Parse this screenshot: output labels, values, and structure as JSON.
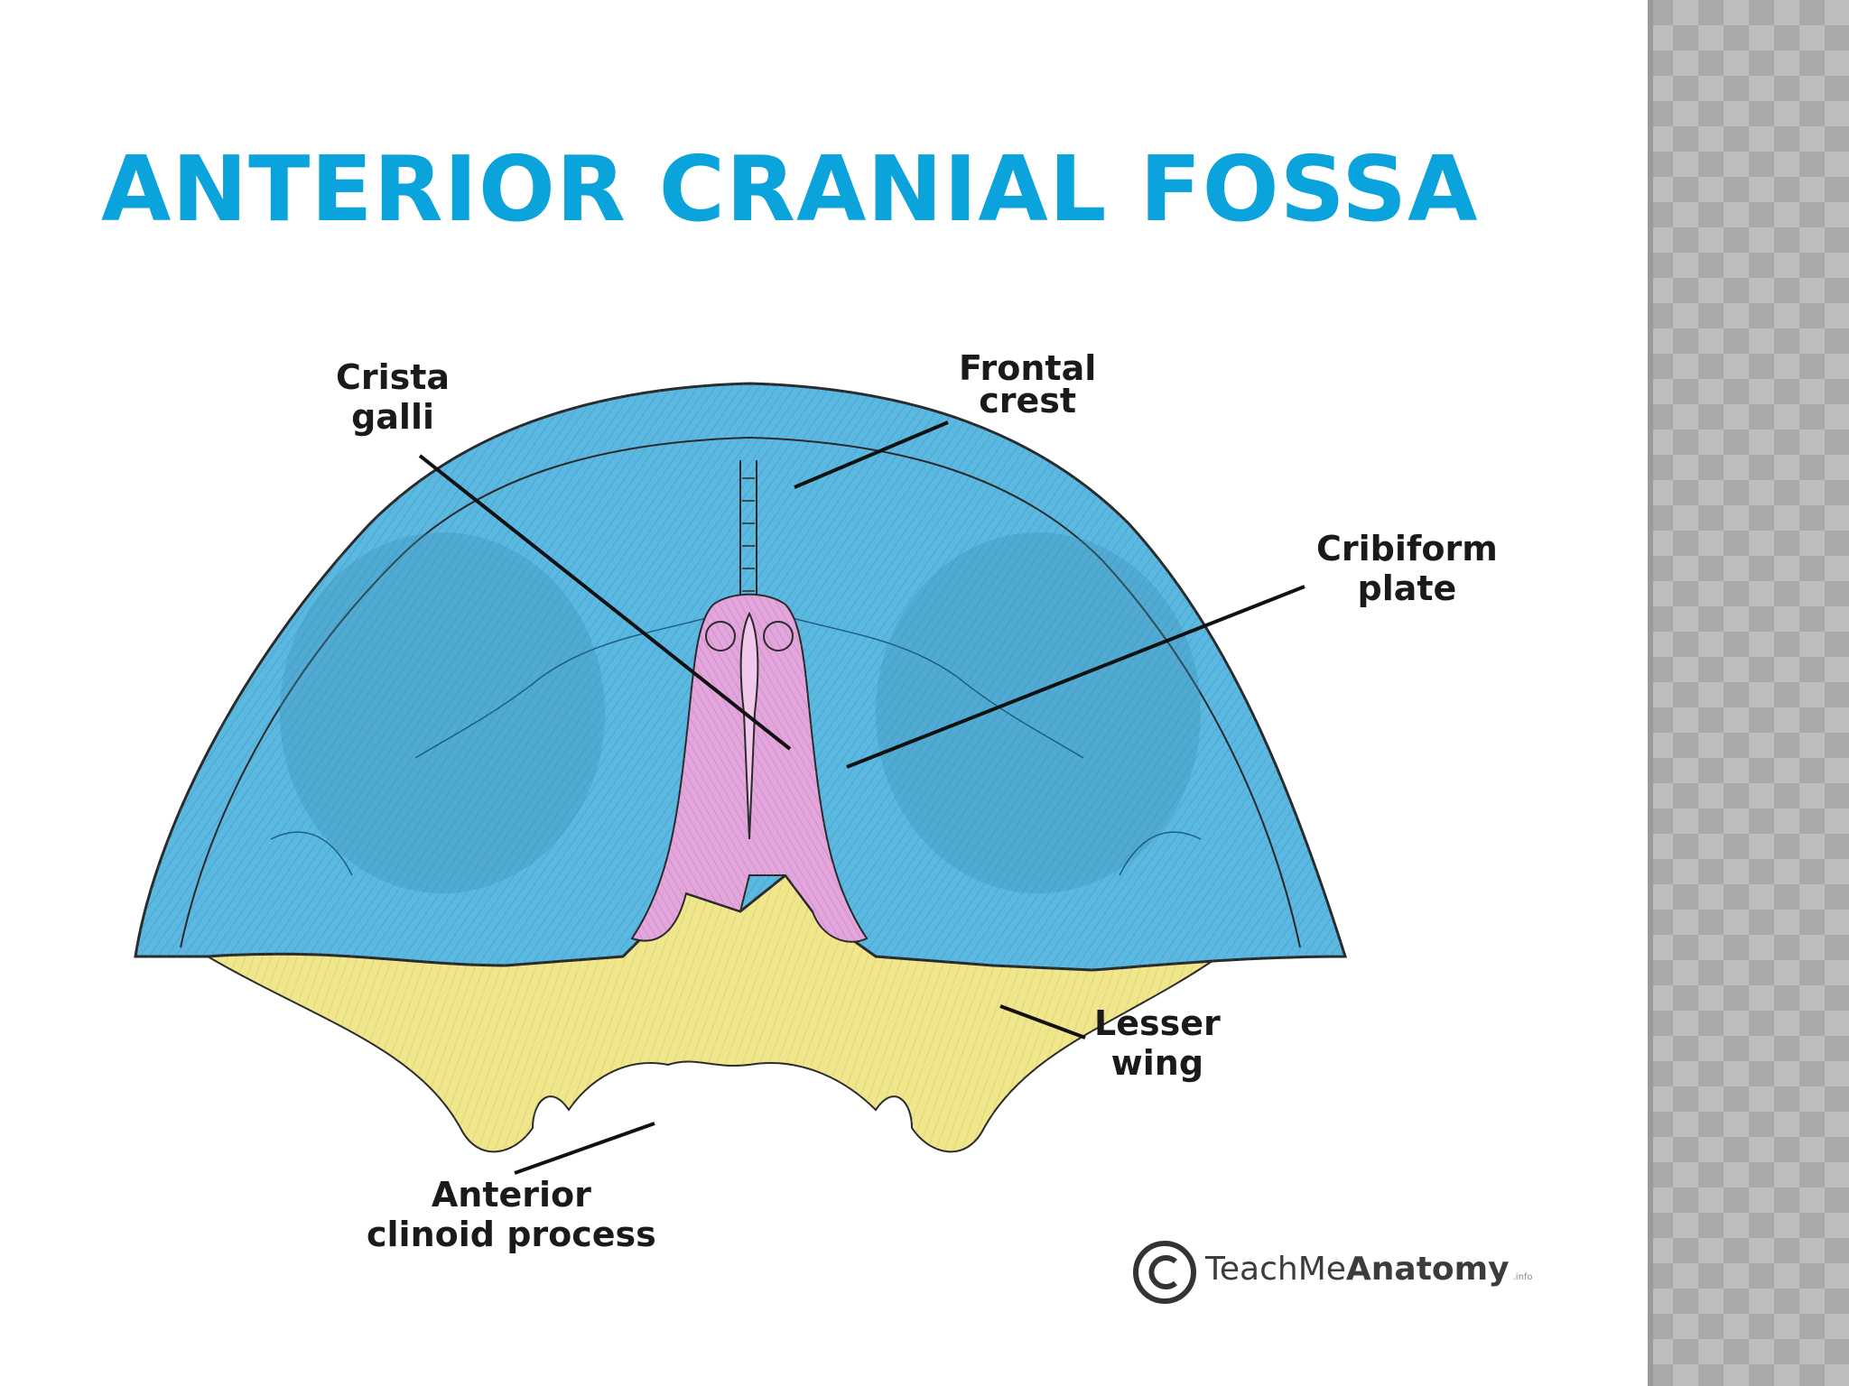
{
  "slide": {
    "title": "ANTERIOR CRANIAL FOSSA",
    "title_color": "#0aa3dc"
  },
  "diagram": {
    "labels": {
      "crista_galli": [
        "Crista",
        "galli"
      ],
      "frontal_crest": [
        "Frontal",
        "crest"
      ],
      "cribiform_plate": [
        "Cribiform",
        "plate"
      ],
      "lesser_wing": [
        "Lesser",
        "wing"
      ],
      "anterior_clinoid_process": [
        "Anterior",
        "clinoid process"
      ]
    },
    "colors": {
      "frontal_bone": "#5bb8e0",
      "frontal_bone_shade": "#3d8fb8",
      "ethmoid": "#e3a6dc",
      "sphenoid": "#f0e68c",
      "outline": "#2a2a2a"
    }
  },
  "watermark": {
    "symbol": "©",
    "brand_prefix": "TeachMe",
    "brand_bold": "Anatomy",
    "brand_suffix": ".info"
  }
}
